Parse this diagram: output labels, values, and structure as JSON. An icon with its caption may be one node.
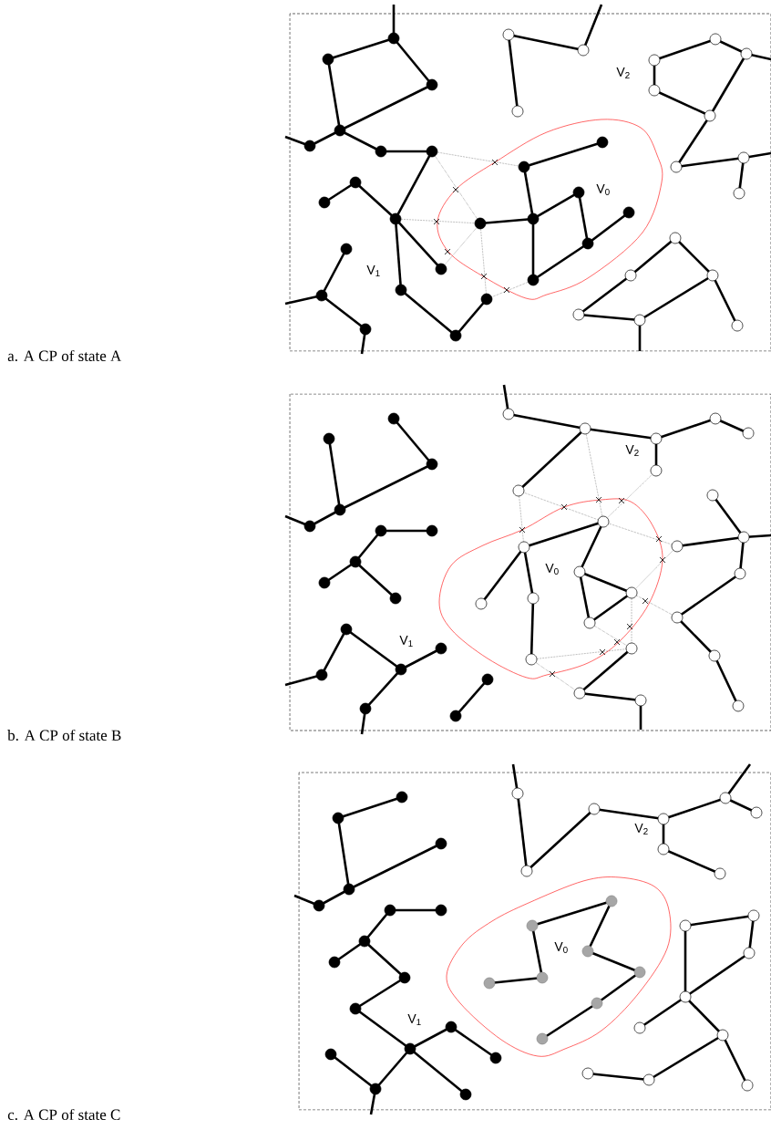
{
  "diagram": {
    "labels": [
      "V$_{2}$",
      "V$_{0}$",
      "V$_{1}$",
      "a. A CP of state A",
      "V$_{2}$",
      "V$_{0}$",
      "V$_{1}$",
      "b. A CP of state B",
      "V$_{2}$",
      "V$_{0}$",
      "V$_{1}$",
      "c. A CP of state C"
    ]
  }
}
